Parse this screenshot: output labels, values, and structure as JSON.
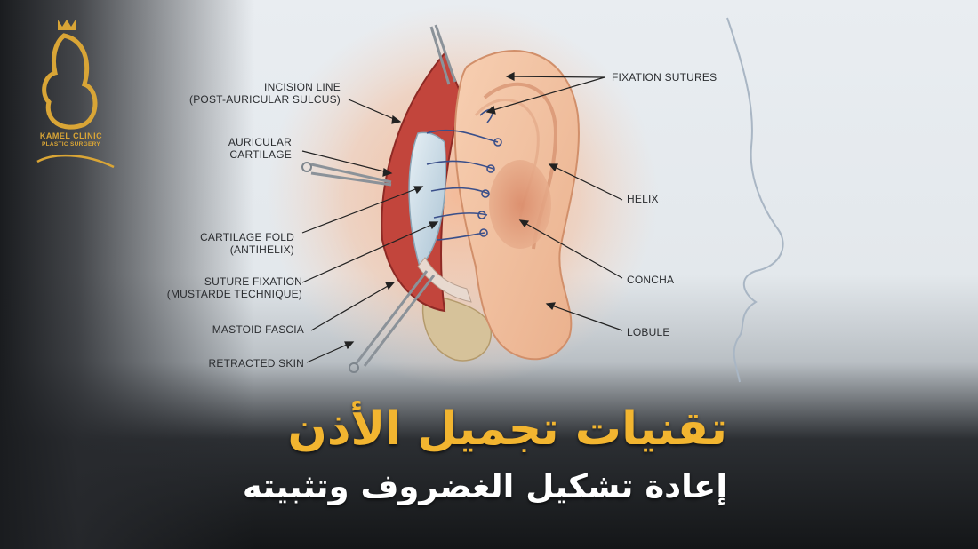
{
  "labels": {
    "incision_line": [
      "INCISION LINE",
      "(POST-AURICULAR SULCUS)"
    ],
    "auricular_cartilage": [
      "AURICULAR",
      "CARTILAGE"
    ],
    "cartilage_fold": [
      "CARTILAGE FOLD",
      "(ANTIHELIX)"
    ],
    "suture_fixation": [
      "SUTURE FIXATION",
      "(MUSTARDE TECHNIQUE)"
    ],
    "mastoid_fascia": "MASTOID FASCIA",
    "retracted_skin": "RETRACTED SKIN",
    "fixation_sutures": "FIXATION SUTURES",
    "helix": "HELIX",
    "concha": "CONCHA",
    "lobule": "LOBULE"
  },
  "title": "تقنيات تجميل الأذن",
  "subtitle": "إعادة تشكيل الغضروف وتثبيته",
  "logo": {
    "name_en": "KAMEL CLINIC",
    "tagline_en": "PLASTIC SURGERY"
  },
  "colors": {
    "title": "#f2b530",
    "subtitle": "#ffffff",
    "gold": "#d9a536",
    "skin": "#f2c1a0",
    "suture": "#3a4f8a"
  }
}
